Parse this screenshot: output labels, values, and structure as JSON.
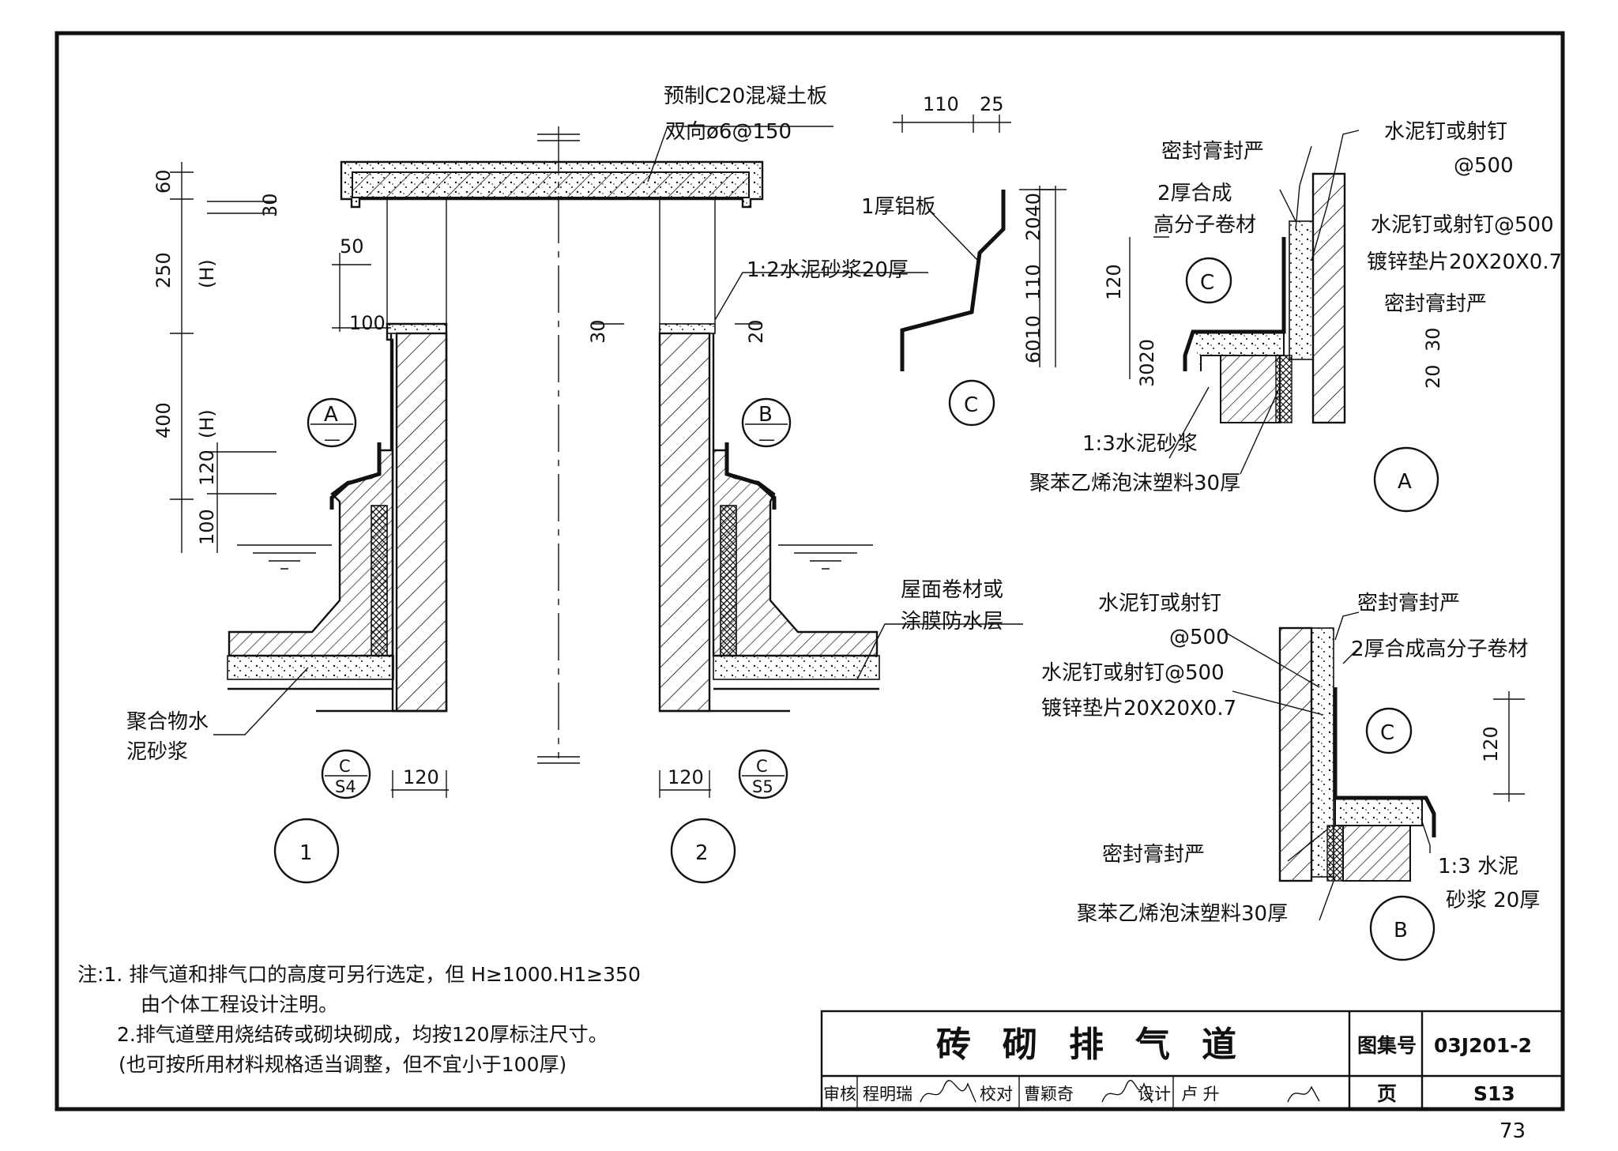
{
  "labels": {
    "precast_slab": "预制C20混凝土板",
    "rebar": "双向ø6@150",
    "mortar_top": "1:2水泥砂浆20厚",
    "alum": "1厚铝板",
    "sealant": "密封膏封严",
    "membrane_line1": "2厚合成",
    "membrane_line2": "高分子卷材",
    "nail": "水泥钉或射钉",
    "at500": "@500",
    "nail_at500": "水泥钉或射钉@500",
    "washer": "镀锌垫片20X20X0.7",
    "mortar13": "1:3水泥砂浆",
    "eps": "聚苯乙烯泡沫塑料30厚",
    "roof_line1": "屋面卷材或",
    "roof_line2": "涂膜防水层",
    "poly_line1": "聚合物水",
    "poly_line2": "泥砂浆",
    "membrane_full": "2厚合成高分子卷材",
    "mortar13b_line1": "1:3 水泥",
    "mortar13b_line2": "砂浆 20厚"
  },
  "dims": {
    "d60": "60",
    "d30": "30",
    "d250": "250",
    "h": "(H)",
    "d50": "50",
    "d100": "100",
    "d400": "400",
    "h1": "(H)",
    "d120": "120",
    "d20": "20",
    "d110": "110",
    "d25": "25",
    "d40": "40",
    "d10": "10",
    "d3020": "3020",
    "d6010": "6010",
    "d2040": "2040"
  },
  "markers": {
    "a": "A",
    "b": "B",
    "c": "C",
    "one": "1",
    "two": "2",
    "dash": "—",
    "cs4_top": "C",
    "cs4_bot": "S4",
    "cs5_top": "C",
    "cs5_bot": "S5"
  },
  "notes": {
    "n1": "注:1. 排气道和排气口的高度可另行选定，但 H≥1000.H1≥350",
    "n1b": "由个体工程设计注明。",
    "n2": "2.排气道壁用烧结砖或砌块砌成，均按120厚标注尺寸。",
    "n2b": "(也可按所用材料规格适当调整，但不宜小于100厚)"
  },
  "title_block": {
    "title": "砖砌排气道",
    "atlas_label": "图集号",
    "atlas_no": "03J201-2",
    "page_label": "页",
    "page_no": "S13",
    "review_label": "审核",
    "reviewer": "程明瑞",
    "check_label": "校对",
    "checker": "曹颖奇",
    "design_label": "设计",
    "designer": "卢 升"
  },
  "page_number": "73"
}
